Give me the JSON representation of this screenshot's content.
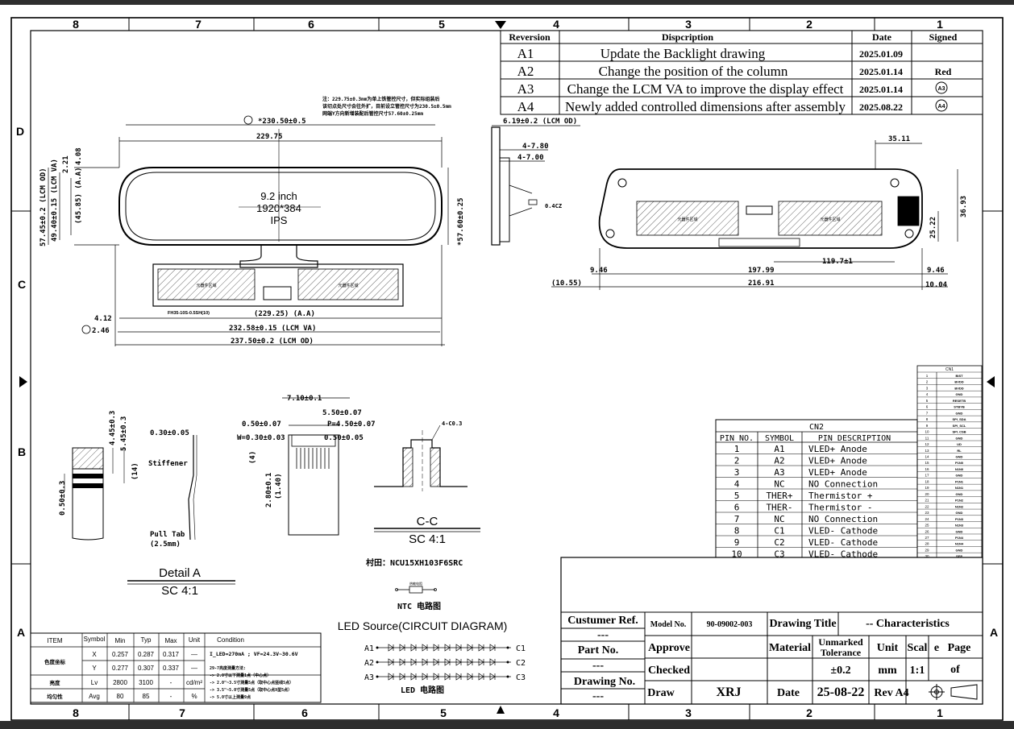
{
  "zones": {
    "cols": [
      "8",
      "7",
      "6",
      "5",
      "4",
      "3",
      "2",
      "1"
    ],
    "rows": [
      "D",
      "C",
      "B",
      "A"
    ]
  },
  "revision_table": {
    "headers": [
      "Reversion",
      "Dispcription",
      "Date",
      "Signed"
    ],
    "rows": [
      {
        "rev": "A1",
        "desc": "Update the Backlight drawing",
        "date": "2025.01.09",
        "signed": ""
      },
      {
        "rev": "A2",
        "desc": "Change the position of the column",
        "date": "2025.01.14",
        "signed": "Red"
      },
      {
        "rev": "A3",
        "desc": "Change the LCM VA to improve the display effect",
        "date": "2025.01.14",
        "signed": "A3"
      },
      {
        "rev": "A4",
        "desc": "Newly added controlled dimensions after assembly",
        "date": "2025.08.22",
        "signed": "A4"
      }
    ]
  },
  "front_view": {
    "size": "9.2 inch",
    "resolution": "1920*384",
    "panel": "IPS",
    "area_label": "元器件区域",
    "connector": "FH35-10S-0.5SH(10)",
    "note_lines": [
      "注：229.75±0.3mm为单上铁管控尺寸，但实际组装后",
      "该切点处尺寸会往外扩，目前设立管控尺寸为230.5±0.5mm",
      "网端Y方向新增装配后管控尺寸57.60±0.25mm"
    ],
    "dims": {
      "active_width_note": "*230.50±0.5",
      "overall_width": "229.75",
      "active_area": "(229.25) (A.A)",
      "lcm_va": "232.58±0.15 (LCM VA)",
      "lcm_od": "237.50±0.2 (LCM OD)",
      "offset_1": "4.12",
      "offset_2": "2.46",
      "height_od": "57.45±0.2 (LCM OD)",
      "height_va": "49.40±0.15 (LCM VA)",
      "height_aa": "(45.85) (A.A)",
      "top_offset": "4.08",
      "top_offset_2": "2.21",
      "height_right": "*57.60±0.25"
    }
  },
  "side_view": {
    "thickness": "6.19±0.2 (LCM OD)",
    "dim_a": "4-7.80",
    "dim_b": "4-7.00",
    "fpc": "0.4CZ"
  },
  "rear_view": {
    "dims": {
      "left_margin": "9.46",
      "span": "197.99",
      "offset": "119.7±1",
      "right_margin": "9.46",
      "left_overall": "(10.55)",
      "total": "216.91",
      "right_overall": "10.04",
      "top": "35.11",
      "height": "36.93",
      "height_2": "25.22"
    }
  },
  "cn1": {
    "title": "CN1",
    "pins": [
      "1",
      "2",
      "3",
      "4",
      "5",
      "6",
      "7",
      "8",
      "9",
      "10",
      "11",
      "12",
      "13",
      "14",
      "15",
      "16",
      "17",
      "18",
      "19",
      "20",
      "21",
      "22",
      "23",
      "24",
      "25",
      "26",
      "27",
      "28",
      "29",
      "30"
    ],
    "symbols": [
      "BIST",
      "BVDD",
      "BVDD",
      "GND",
      "RESETB",
      "STBYB",
      "GND",
      "SPI_SDA",
      "SPI_SCL",
      "SPI_CSB",
      "GND",
      "UD",
      "RL",
      "GND",
      "P1N0",
      "N1N0",
      "GND",
      "P1N1",
      "N1N1",
      "GND",
      "P1N2",
      "N1N2",
      "GND",
      "P1N3",
      "N1N3",
      "GND",
      "P1N4",
      "N1N4",
      "GND",
      "SEP"
    ]
  },
  "cn2": {
    "title": "CN2",
    "headers": [
      "PIN NO.",
      "SYMBOL",
      "PIN DESCRIPTION"
    ],
    "rows": [
      {
        "pin": "1",
        "symbol": "A1",
        "desc": "VLED+ Anode"
      },
      {
        "pin": "2",
        "symbol": "A2",
        "desc": "VLED+ Anode"
      },
      {
        "pin": "3",
        "symbol": "A3",
        "desc": "VLED+ Anode"
      },
      {
        "pin": "4",
        "symbol": "NC",
        "desc": "NO Connection"
      },
      {
        "pin": "5",
        "symbol": "THER+",
        "desc": "Thermistor +"
      },
      {
        "pin": "6",
        "symbol": "THER-",
        "desc": "Thermistor -"
      },
      {
        "pin": "7",
        "symbol": "NC",
        "desc": "NO Connection"
      },
      {
        "pin": "8",
        "symbol": "C1",
        "desc": "VLED- Cathode"
      },
      {
        "pin": "9",
        "symbol": "C2",
        "desc": "VLED- Cathode"
      },
      {
        "pin": "10",
        "symbol": "C3",
        "desc": "VLED- Cathode"
      }
    ]
  },
  "detail_a": {
    "dim_1": "4.45±0.3",
    "dim_2": "5.45±0.3",
    "dim_3": "(14)",
    "dim_4": "0.50±0.3",
    "stiffener_thk": "0.30±0.05",
    "stiffener": "Stiffener",
    "pull_tab": "Pull Tab",
    "pull_tab_size": "(2.5mm)",
    "title": "Detail A",
    "scale": "SC 4:1"
  },
  "connector_detail": {
    "width": "7.10±0.1",
    "dim_a": "5.50±0.07",
    "dim_b": "0.50±0.07",
    "pitch": "P=4.50±0.07",
    "w": "W=0.30±0.03",
    "dim_c": "0.50±0.05",
    "dim_d": "(4)",
    "dim_e": "2.80±0.1",
    "dim_f": "(1.40)"
  },
  "section_cc": {
    "chamfer": "4-C0.3",
    "title": "C-C",
    "scale": "SC 4:1"
  },
  "circuit": {
    "ntc_part": "村田：NCU15XH103F6SRC",
    "ntc_symbol": "热敏电阻",
    "ntc_title": "NTC 电路图",
    "led_title": "LED Source(CIRCUIT DIAGRAM)",
    "led_rows": [
      {
        "anode": "A1",
        "cathode": "C1"
      },
      {
        "anode": "A2",
        "cathode": "C2"
      },
      {
        "anode": "A3",
        "cathode": "C3"
      }
    ],
    "led_caption": "LED 电路图"
  },
  "spec_table": {
    "headers": [
      "ITEM",
      "Symbol",
      "Min",
      "Typ",
      "Max",
      "Unit",
      "Condition"
    ],
    "rows": [
      {
        "item": "色度坐标",
        "symbol": "X",
        "min": "0.257",
        "typ": "0.287",
        "max": "0.317",
        "unit": "—"
      },
      {
        "item": "",
        "symbol": "Y",
        "min": "0.277",
        "typ": "0.307",
        "max": "0.337",
        "unit": "—"
      },
      {
        "item": "亮度",
        "symbol": "Lv",
        "min": "2800",
        "typ": "3100",
        "max": "-",
        "unit": "cd/m²"
      },
      {
        "item": "均匀性",
        "symbol": "Avg",
        "min": "80",
        "typ": "85",
        "max": "-",
        "unit": "%"
      }
    ],
    "condition": "I_LED=270mA ; VF=24.3V~30.6V",
    "method_lines": [
      "29-7亮度测量方法:",
      "-> 2.0寸以下测量1点（中心点）",
      "-> 2.0\"~3.5寸测量5点（取中心点竖线5点）",
      "-> 3.5\"~5.0寸测量5点（取中心点X型5点）",
      "-> 5.0寸以上测量9点"
    ]
  },
  "title_block": {
    "customer_ref_label": "Custumer Ref.",
    "customer_ref": "---",
    "part_no_label": "Part No.",
    "part_no": "---",
    "drawing_no_label": "Drawing No.",
    "drawing_no": "---",
    "model_no_label": "Model No.",
    "model_no": "90-09002-003",
    "drawing_title_label": "Drawing Title",
    "drawing_title": "--  Characteristics",
    "approve_label": "Approve",
    "checked_label": "Checked",
    "draw_label": "Draw",
    "drawn_by": "XRJ",
    "material_label": "Material",
    "unmarked_1": "Unmarked",
    "unmarked_2": "Tolerance",
    "tolerance": "±0.2",
    "unit_label": "Unit",
    "unit": "mm",
    "scale_label_1": "Scal",
    "scale_label_2": "e",
    "scale": "1:1",
    "page_label": "Page",
    "page": "of",
    "date_label": "Date",
    "date": "25-08-22",
    "rev": "Rev A4"
  }
}
